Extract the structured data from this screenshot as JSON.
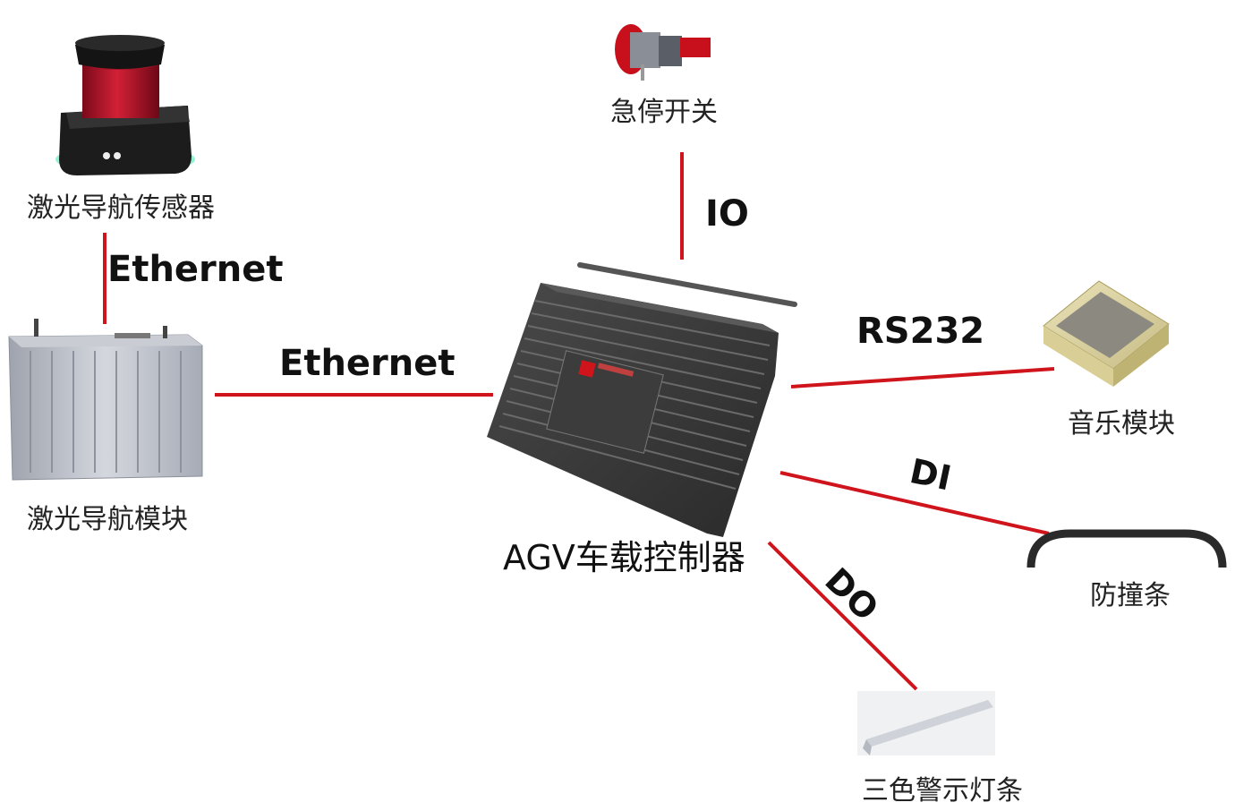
{
  "devices": {
    "laser_sensor": "激光导航传感器",
    "laser_module": "激光导航模块",
    "estop": "急停开关",
    "controller": "AGV车载控制器",
    "music": "音乐模块",
    "bumper": "防撞条",
    "light": "三色警示灯条"
  },
  "links": {
    "sensor_module": "Ethernet",
    "module_controller": "Ethernet",
    "estop_controller": "IO",
    "controller_music": "RS232",
    "controller_bumper": "DI",
    "controller_light": "DO"
  },
  "colors": {
    "link": "#d0141c",
    "device_dark": "#3a3a3a",
    "device_silver": "#b8bcc6",
    "estop_red": "#c8101c"
  }
}
